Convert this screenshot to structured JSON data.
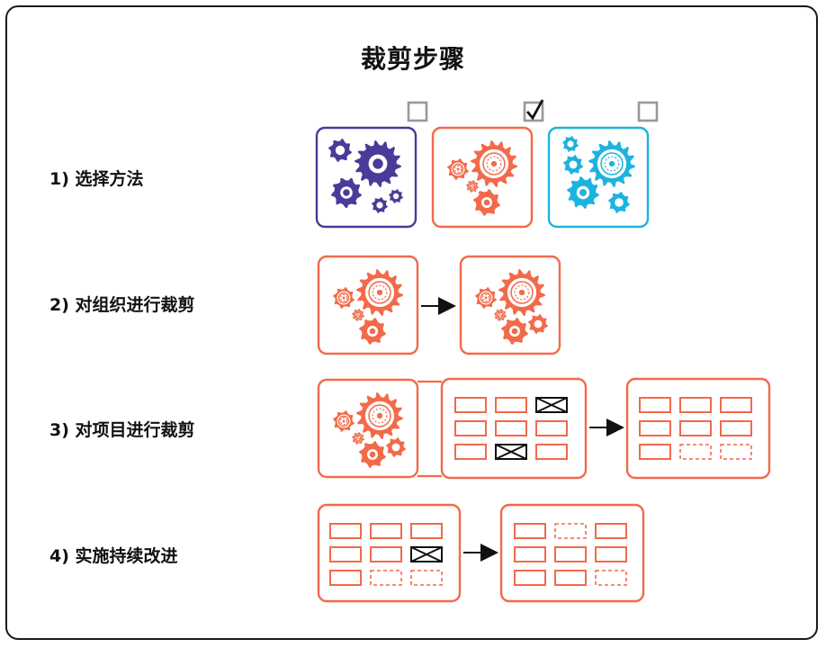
{
  "title": "裁剪步骤",
  "steps": [
    {
      "label": "1) 选择方法"
    },
    {
      "label": "2) 对组织进行裁剪"
    },
    {
      "label": "3) 对项目进行裁剪"
    },
    {
      "label": "4) 实施持续改进"
    }
  ],
  "methods": [
    {
      "color": "#4b3a99",
      "checked": false
    },
    {
      "color": "#f26a4a",
      "checked": true
    },
    {
      "color": "#1db3df",
      "checked": false
    }
  ],
  "colors": {
    "accent": "#f26a4a",
    "purple": "#4b3a99",
    "cyan": "#1db3df",
    "checkbox": "#999999",
    "text": "#111111"
  },
  "icons": [
    "gears-icon",
    "checkbox-icon",
    "arrow-right-icon",
    "cross-out-icon"
  ]
}
